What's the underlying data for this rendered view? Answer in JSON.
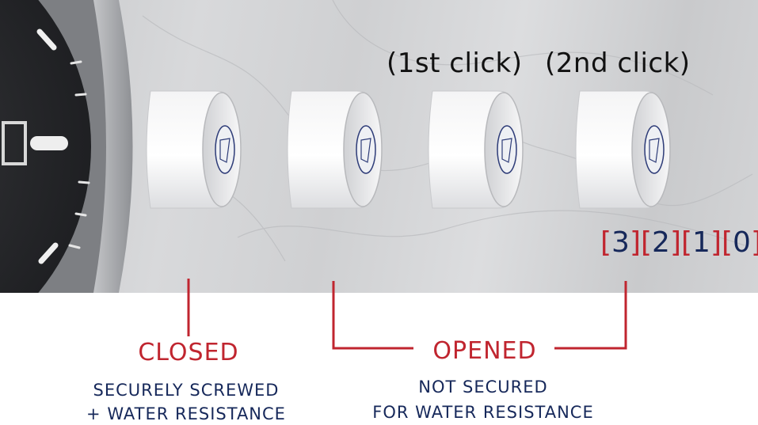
{
  "labels": {
    "click1": "(1st click)",
    "click2": "(2nd click)"
  },
  "positions": [
    "3",
    "2",
    "1",
    "0"
  ],
  "closed": {
    "title": "CLOSED",
    "line1": "SECURELY SCREWED",
    "line2": "+ WATER RESISTANCE"
  },
  "opened": {
    "title": "OPENED",
    "line1": "NOT SECURED",
    "line2": "FOR WATER RESISTANCE"
  },
  "colors": {
    "accent_red": "#c0252f",
    "navy": "#16285a",
    "marble": "#d2d3d5"
  }
}
